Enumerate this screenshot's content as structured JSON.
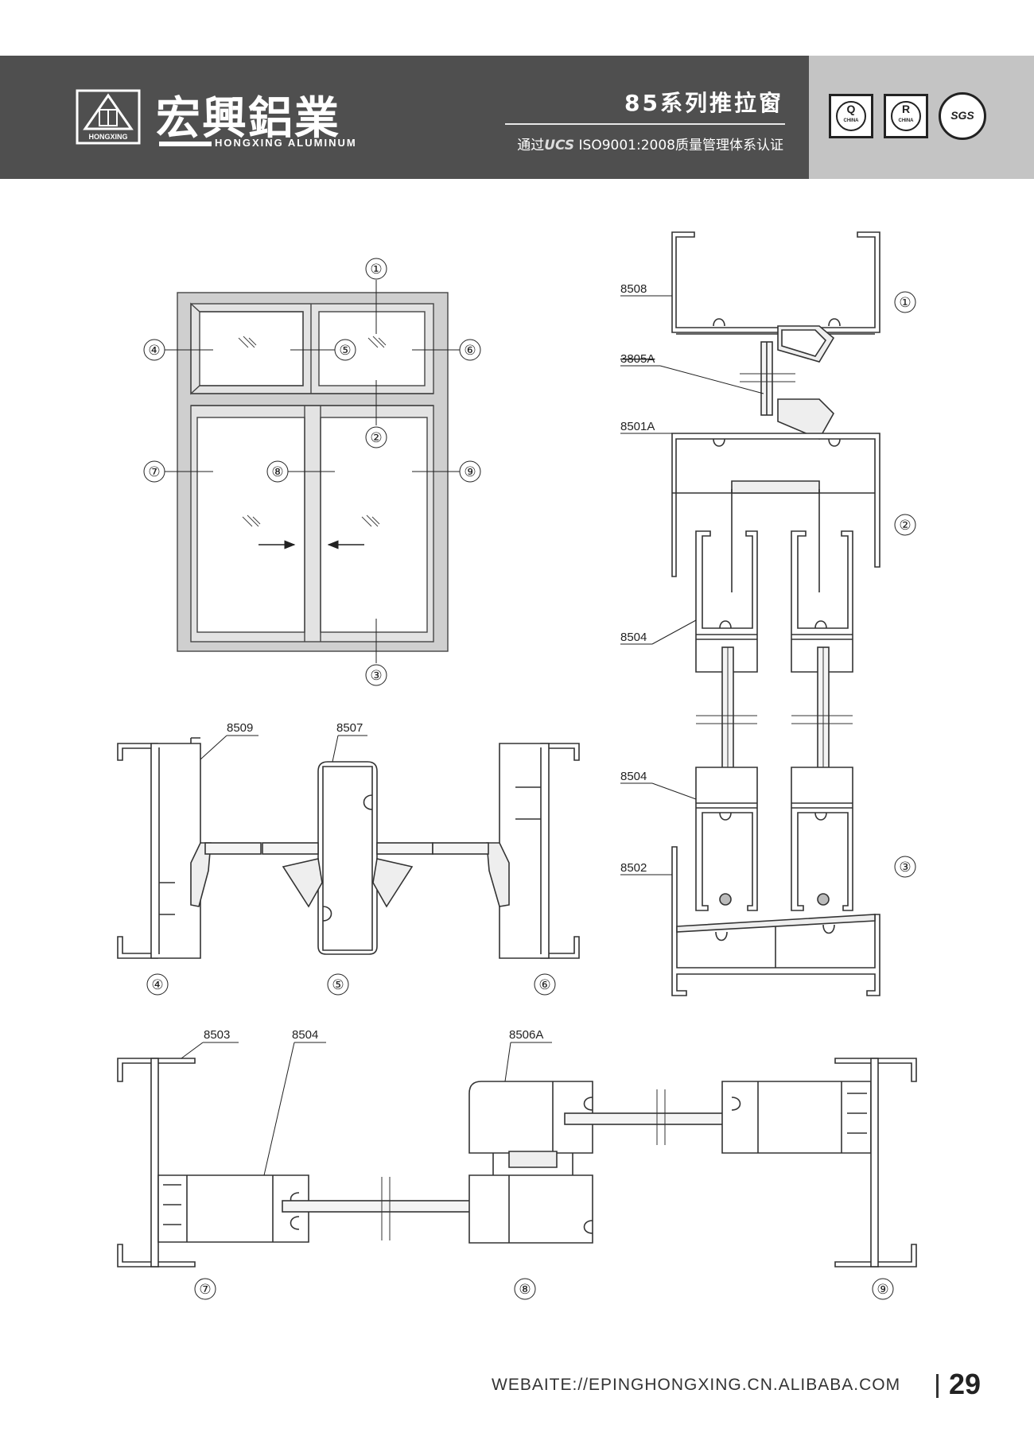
{
  "header": {
    "brand": "宏興鋁業",
    "brand_en": "HONGXING ALUMINUM",
    "logo_text": "HONGXING",
    "series_title": "85系列推拉窗",
    "cert_prefix": "通过",
    "cert_ucs": "UCS",
    "cert_suffix": "ISO9001:2008质量管理体系认证",
    "badges": [
      {
        "letter": "Q",
        "label": "CHINA"
      },
      {
        "letter": "R",
        "label": "CHINA"
      },
      {
        "letter": "SGS",
        "label": ""
      }
    ]
  },
  "elevation": {
    "callouts": [
      "①",
      "②",
      "③",
      "④",
      "⑤",
      "⑥",
      "⑦",
      "⑧",
      "⑨"
    ]
  },
  "profile_codes": {
    "top_frame": "8508",
    "mullion_glass": "3805A",
    "transom": "8501A",
    "sash_upper": "8504",
    "sash_lower": "8504",
    "sill": "8502",
    "side_fixed": "8509",
    "fixed_mullion": "8507",
    "side_frame": "8503",
    "sash_side": "8504",
    "interlock": "8506A"
  },
  "section_numbers": {
    "s1": "①",
    "s2": "②",
    "s3": "③",
    "s4": "④",
    "s5": "⑤",
    "s6": "⑥",
    "s7": "⑦",
    "s8": "⑧",
    "s9": "⑨"
  },
  "footer": {
    "url": "WEBAITE://EPINGHONGXING.CN.ALIBABA.COM",
    "page": "29"
  }
}
